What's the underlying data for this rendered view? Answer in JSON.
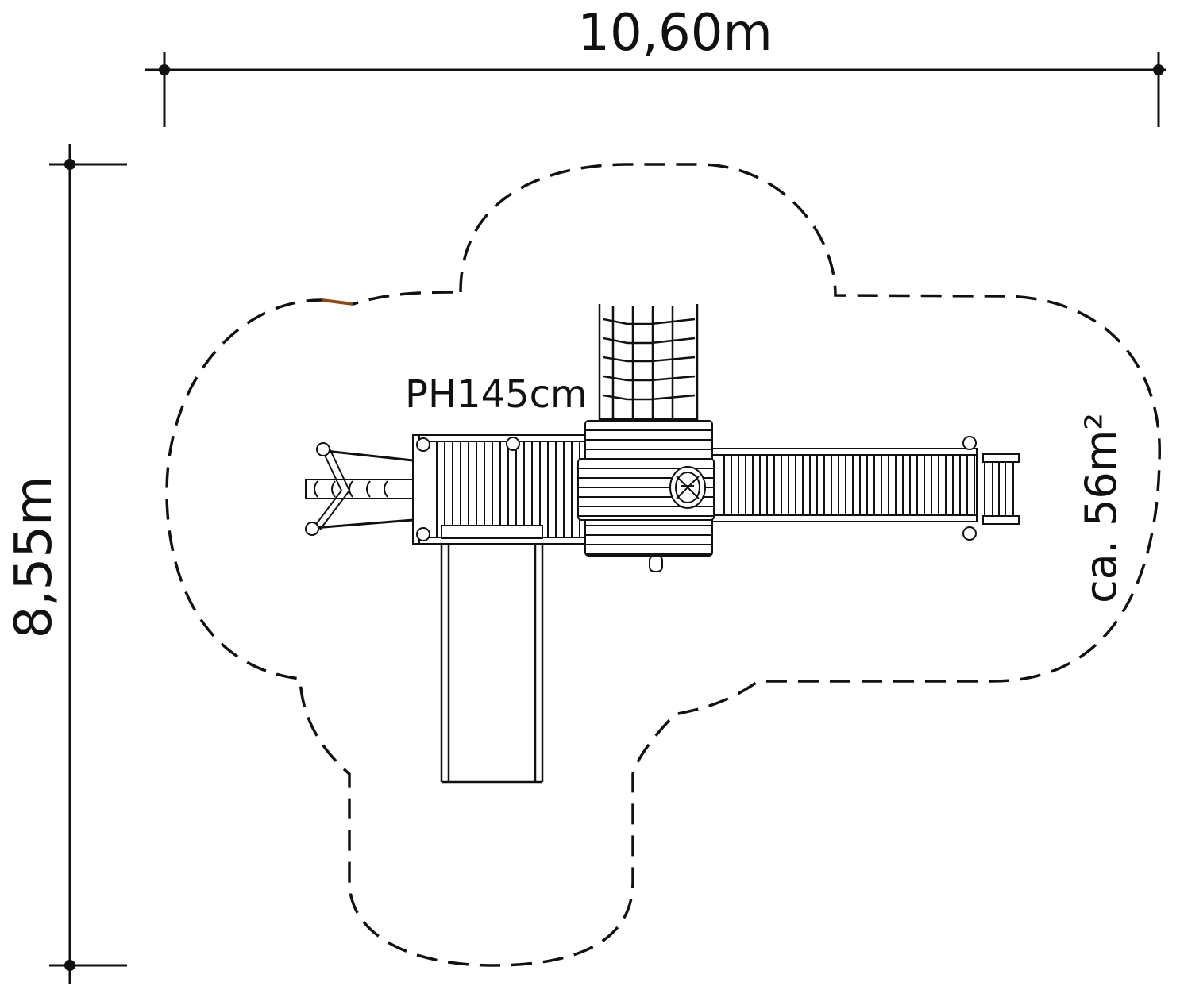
{
  "dimensions": {
    "width_label": "10,60m",
    "depth_label": "8,55m"
  },
  "labels": {
    "platform_height": "PH145cm",
    "area": "ca. 56m²"
  },
  "colors": {
    "line": "#111111",
    "accent_segment": "#8a4a10"
  }
}
